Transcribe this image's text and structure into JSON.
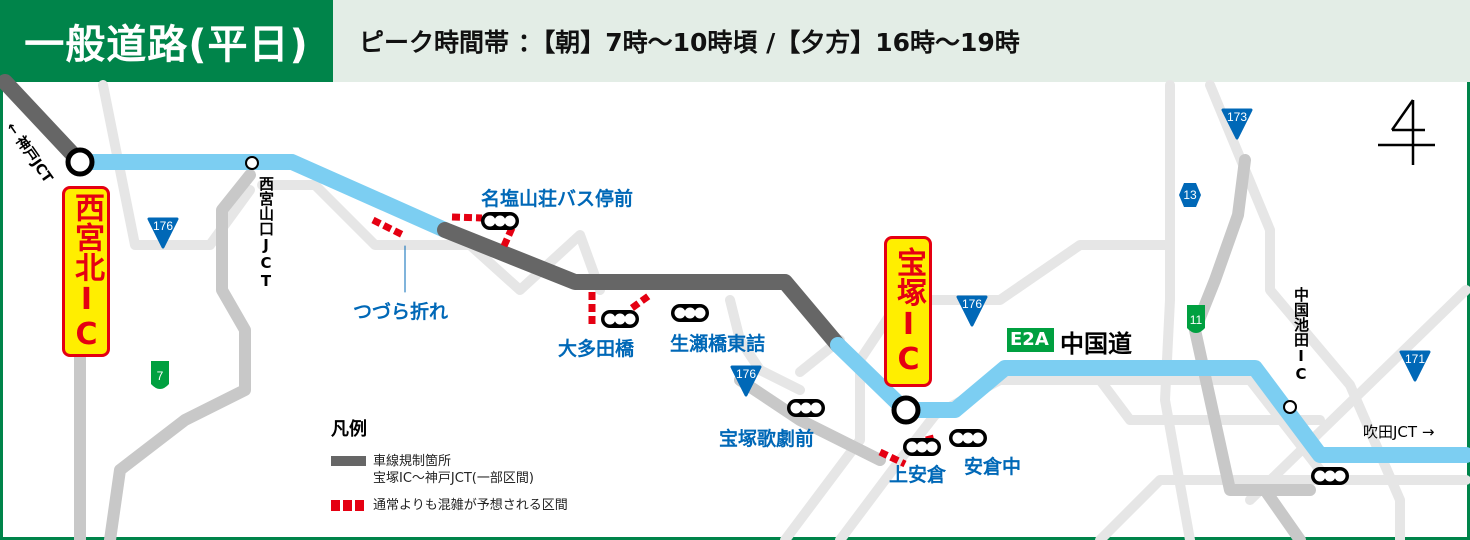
{
  "header": {
    "title": "一般道路(平日)",
    "peak_hours": "ピーク時間帯 ：【朝】7時〜10時頃 /【夕方】16時〜19時"
  },
  "interchanges": {
    "nishinomiya_kita": "西宮北IC",
    "takarazuka": "宝塚IC",
    "nishinomiya_yamaguchi_jct": "西宮山口JCT",
    "chugoku_ikeda": "中国池田IC"
  },
  "directions": {
    "kobe_jct": "← 神戸JCT",
    "suita_jct": "吹田JCT →"
  },
  "expressway": {
    "code": "E2A",
    "name": "中国道"
  },
  "routes": [
    "176",
    "176",
    "176",
    "173",
    "13",
    "11",
    "7",
    "171"
  ],
  "places": {
    "nashio": "名塩山荘バス停前",
    "tsuzura": "つづら折れ",
    "otada": "大多田橋",
    "namaze": "生瀬橋東詰",
    "kageki": "宝塚歌劇前",
    "kami_yasukura": "上安倉",
    "yasukura_naka": "安倉中"
  },
  "legend": {
    "title": "凡例",
    "lane_restriction": "車線規制箇所",
    "lane_restriction_detail": "宝塚IC〜神戸JCT(一部区間)",
    "congestion": "通常よりも混雑が予想される区間"
  },
  "colors": {
    "brand": "#00844a",
    "open": "#7ccef2",
    "restricted": "#666666",
    "congestion": "#e50012",
    "label": "#0068b7"
  }
}
